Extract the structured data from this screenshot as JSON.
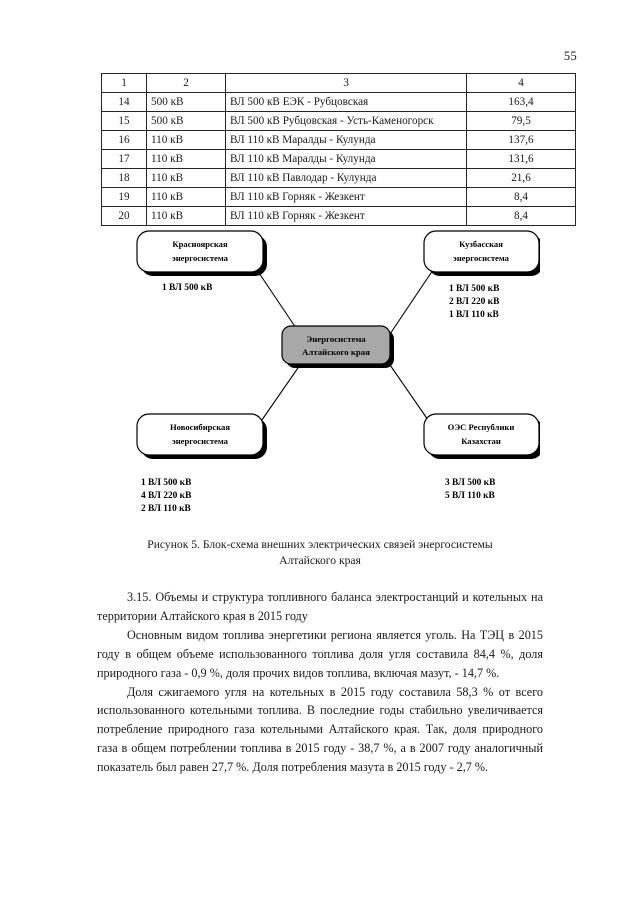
{
  "document": {
    "page_number": "55",
    "language": "ru"
  },
  "table": {
    "headers": [
      "1",
      "2",
      "3",
      "4"
    ],
    "rows": [
      {
        "num": "14",
        "voltage": "500 кВ",
        "line": "ВЛ 500 кВ ЕЭК - Рубцовская",
        "length": "163,4"
      },
      {
        "num": "15",
        "voltage": "500 кВ",
        "line": "ВЛ 500 кВ Рубцовская - Усть-Каменогорск",
        "length": "79,5"
      },
      {
        "num": "16",
        "voltage": "110 кВ",
        "line": "ВЛ 110 кВ Маралды - Кулунда",
        "length": "137,6"
      },
      {
        "num": "17",
        "voltage": "110 кВ",
        "line": "ВЛ 110 кВ Маралды - Кулунда",
        "length": "131,6"
      },
      {
        "num": "18",
        "voltage": "110 кВ",
        "line": "ВЛ 110 кВ Павлодар - Кулунда",
        "length": "21,6"
      },
      {
        "num": "19",
        "voltage": "110 кВ",
        "line": "ВЛ 110 кВ Горняк - Жезкент",
        "length": "8,4"
      },
      {
        "num": "20",
        "voltage": "110 кВ",
        "line": "ВЛ 110 кВ Горняк - Жезкент",
        "length": "8,4"
      }
    ]
  },
  "diagram": {
    "center": {
      "line1": "Энергосистема",
      "line2": "Алтайского края",
      "fill_color": "#a8a8a8"
    },
    "nodes": {
      "top_left": {
        "line1": "Красноярская",
        "line2": "энергосистема"
      },
      "top_right": {
        "line1": "Кузбасская",
        "line2": "энергосистема"
      },
      "bottom_left": {
        "line1": "Новосибирская",
        "line2": "энергосистема"
      },
      "bottom_right": {
        "line1": "ОЭС Республики",
        "line2": "Казахстан"
      }
    },
    "connections": {
      "top_left": [
        "1 ВЛ 500 кВ"
      ],
      "top_right": [
        "1 ВЛ 500 кВ",
        "2 ВЛ 220 кВ",
        "1 ВЛ 110 кВ"
      ],
      "bottom_left": [
        "1 ВЛ 500 кВ",
        "4 ВЛ 220 кВ",
        "2 ВЛ 110 кВ"
      ],
      "bottom_right": [
        "3 ВЛ 500 кВ",
        "5 ВЛ 110 кВ"
      ]
    }
  },
  "figure_caption": {
    "line1": "Рисунок 5. Блок-схема внешних электрических связей энергосистемы",
    "line2": "Алтайского края"
  },
  "body": {
    "paragraph_1": "3.15. Объемы и структура топливного баланса электростанций и котельных на территории Алтайского края в 2015 году",
    "paragraph_2": "Основным видом топлива энергетики региона является уголь. На ТЭЦ в 2015 году в общем объеме использованного топлива доля угля составила 84,4 %, доля природного газа - 0,9 %, доля прочих видов топлива, включая мазут, - 14,7 %.",
    "paragraph_3": "Доля сжигаемого угля на котельных в 2015 году составила 58,3 % от всего использованного котельными топлива. В последние годы стабильно увеличивается потребление природного газа котельными Алтайского края. Так, доля природного газа в общем потреблении топлива в 2015 году - 38,7 %, а в 2007 году аналогичный показатель был равен 27,7 %. Доля потребления мазута в 2015 году - 2,7 %."
  }
}
